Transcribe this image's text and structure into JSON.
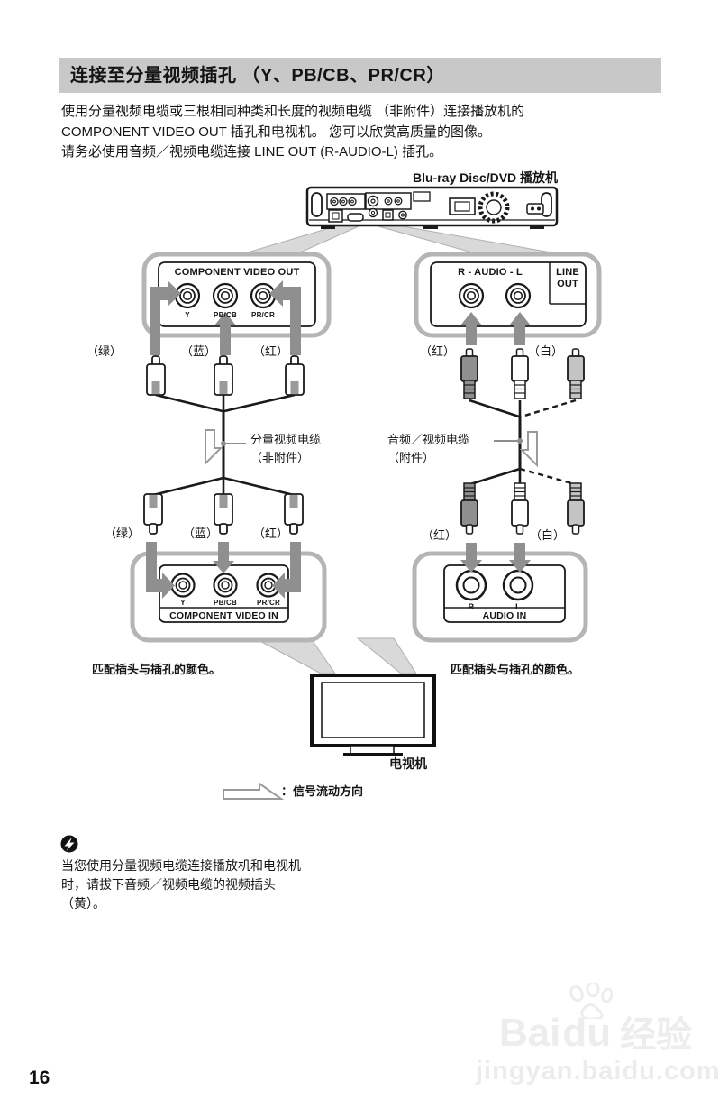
{
  "page": {
    "title": "连接至分量视频插孔 （Y、PB/CB、PR/CR）",
    "intro": "使用分量视频电缆或三根相同种类和长度的视频电缆 （非附件）连接播放机的\nCOMPONENT VIDEO OUT 插孔和电视机。 您可以欣赏高质量的图像。\n请务必使用音频／视频电缆连接 LINE OUT (R-AUDIO-L) 插孔。",
    "page_number": "16"
  },
  "diagram": {
    "player_label": "Blu-ray Disc/DVD 播放机",
    "component_out": {
      "title": "COMPONENT VIDEO OUT",
      "jacks": [
        "Y",
        "PB/CB",
        "PR/CR"
      ],
      "colors": [
        "（绿）",
        "（蓝）",
        "（红）"
      ]
    },
    "line_out": {
      "title": "R - AUDIO - L",
      "corner_label": "LINE\nOUT",
      "colors": [
        "（红）",
        "（白）"
      ]
    },
    "component_cable_label": "分量视频电缆\n（非附件）",
    "av_cable_label": "音频／视频电缆\n（附件）",
    "component_in": {
      "title": "COMPONENT VIDEO IN",
      "jacks": [
        "Y",
        "PB/CB",
        "PR/CR"
      ],
      "colors": [
        "（绿）",
        "（蓝）",
        "（红）"
      ]
    },
    "audio_in": {
      "title": "AUDIO IN",
      "jacks": [
        "R",
        "L"
      ],
      "colors": [
        "（红）",
        "（白）"
      ]
    },
    "match_color_left": "匹配插头与插孔的颜色。",
    "match_color_right": "匹配插头与插孔的颜色。",
    "tv_label": "电视机",
    "legend": "：信号流动方向"
  },
  "note": {
    "text": "当您使用分量视频电缆连接播放机和电视机\n时，请拔下音频／视频电缆的视频插头\n（黄）。"
  },
  "watermark": {
    "brand": "Bai",
    "brand2": "du",
    "suffix": "经验",
    "url": "jingyan.baidu.com"
  },
  "colors": {
    "title_bar_bg": "#c8c8c8",
    "arrow_gray": "#8f8f8f",
    "callout_border": "#b5b5b5",
    "tail_fill": "#d9d9d9",
    "plug_red": "#8f8f8f",
    "plug_white": "#ffffff",
    "plug_yellow": "#c4c4c4",
    "line_black": "#1a1a1a"
  }
}
